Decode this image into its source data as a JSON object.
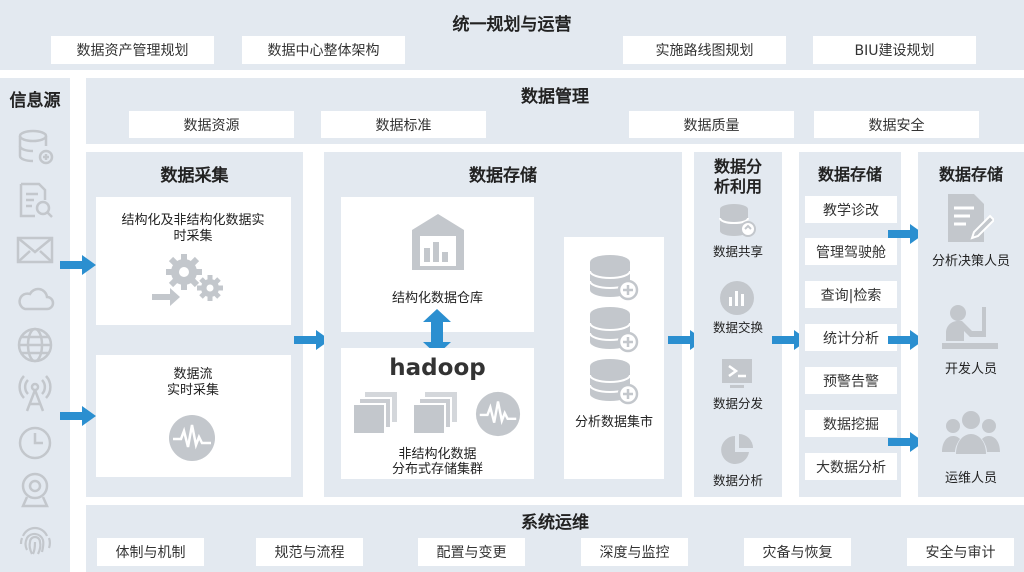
{
  "top": {
    "title": "统一规划与运营",
    "items": [
      "数据资产管理规划",
      "数据中心整体架构",
      "实施路线图规划",
      "BIU建设规划"
    ]
  },
  "sources": {
    "title": "信息源",
    "icons": [
      "database-icon",
      "document-search-icon",
      "mail-icon",
      "cloud-icon",
      "globe-icon",
      "antenna-icon",
      "clock-icon",
      "webcam-icon",
      "fingerprint-icon"
    ]
  },
  "management": {
    "title": "数据管理",
    "items": [
      "数据资源",
      "数据标准",
      "数据质量",
      "数据安全"
    ]
  },
  "collection": {
    "title": "数据采集",
    "card1": "结构化及非结构化数据实时采集",
    "card2": "数据流\n实时采集"
  },
  "storage": {
    "title": "数据存储",
    "warehouse": "结构化数据仓库",
    "hadoop": "hadoop",
    "cluster": "非结构化数据\n分布式存储集群",
    "mart": "分析数据集市"
  },
  "analysis": {
    "title": "数据分\n析利用",
    "items": [
      "数据共享",
      "数据交换",
      "数据分发",
      "数据分析"
    ]
  },
  "apps": {
    "title": "数据存储",
    "items": [
      "教学诊改",
      "管理驾驶舱",
      "查询|检索",
      "统计分析",
      "预警告警",
      "数据挖掘",
      "大数据分析"
    ]
  },
  "users": {
    "title": "数据存储",
    "items": [
      "分析决策人员",
      "开发人员",
      "运维人员"
    ]
  },
  "ops": {
    "title": "系统运维",
    "items": [
      "体制与机制",
      "规范与流程",
      "配置与变更",
      "深度与监控",
      "灾备与恢复",
      "安全与审计"
    ]
  },
  "colors": {
    "panel": "#e3e9f0",
    "arrow": "#2b8fd0",
    "icon": "#c3c7cc"
  }
}
